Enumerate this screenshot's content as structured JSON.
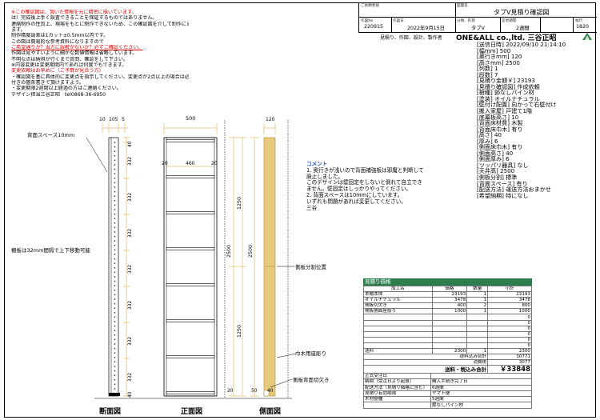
{
  "notes": [
    {
      "text": "※この確認図は、頂いた情報を元に精密に描いています。",
      "color": "red"
    },
    {
      "text": "は）完成後上手く設置できることを保証するものではありません。",
      "color": "black"
    },
    {
      "text": "連絡制作の性質上、現場をもとに制作できないため、この確認図を介して制作に当たっ",
      "color": "black"
    },
    {
      "text": "ます。",
      "color": "black"
    },
    {
      "text": "制作精度誤差は1カット±0.5mm以内です。",
      "color": "black"
    },
    {
      "text": "この図は簡易的な参考資料になりますので",
      "color": "black"
    },
    {
      "text": "ご希望通りか？当方に誤解がないか？必ずご確認ください。",
      "color": "red",
      "underline": true
    },
    {
      "text": "作図は見やすいように細かな数値情報は省略しています。",
      "color": "black"
    },
    {
      "text": "不明な点は納得が行くまで質問、確認をして下さい。",
      "color": "black"
    },
    {
      "text": "※内容変更は変更期間内であれば何度でもできます。",
      "color": "black"
    },
    {
      "text": "変更依頼はお早めに（ご予算が見合う方）",
      "color": "red"
    },
    {
      "text": "・確認図を基に具体的に変更点を指示してください。変更点が2点以上の場合は必ず番号",
      "color": "black"
    },
    {
      "text": "付きの箇条書きで頂けますよう。",
      "color": "black"
    },
    {
      "text": "・変更期限2週間以上経過の方はご連絡ください。",
      "color": "black"
    },
    {
      "text": "デザイン担当三谷正昭　tel0868-36-6950",
      "color": "black"
    }
  ],
  "header": {
    "customer_label": "ご依頼者様",
    "drawing_label": "図面名",
    "drawing_name": "タブV見積り確認図",
    "drawing_no_label": "作図No",
    "drawing_no": "220915",
    "date_label": "作図日",
    "date": "2022年9月15日",
    "category_label": "分類、形態",
    "category": "タブV",
    "period_label": "変更期間",
    "period": "2週間",
    "width_label": "幅尺",
    "width": "1820"
  },
  "brand": {
    "line1": "見積り、作図、設計、製作者",
    "company": "ONE&ALL co.,ltd. 三谷正昭"
  },
  "specs": [
    "[送信日時] 2022/09/10 21:14:10",
    "[幅mm] 500",
    "[奥行きmm] 120",
    "[高さmm] 2500",
    "[列数] 1",
    "[段数] 7",
    "[見積り金額￥] 23193",
    "[見積り確認図] 作成依頼",
    "[樹種] 節なしパイン材",
    "[塗装] オイルナチュラル",
    "[壁付け配置] 向かって右壁付け",
    "[搬入家屋] 戸建て1階",
    "[底幕板高さ] 10",
    "[背面床材質] 木製",
    "[背面床巾木] 有り",
    "[高さ] 40",
    "[厚み] 6",
    "[側面床巾木] 有り",
    "[側面高さ] 40",
    "[側面厚み] 6",
    "[ツッパリ器具] なし",
    "[天井高] 2500",
    "[側板分割] 標準",
    "[背面スペース] 有り",
    "[配送方法] 運送方法おまかせ",
    "[希望納期] 特になし"
  ],
  "comment": {
    "title": "コメント",
    "lines": [
      "1. 奥行きが浅いので背面補強板は邪魔と判断して",
      "廃止しました。",
      "このデザインは壁固定をしないと倒れて自立でき",
      "ません。壁固定はしっかりやってください。",
      "2. 背面スペースは10mmにしています。",
      "いずれも問題があれば変更してください。",
      "三谷"
    ]
  },
  "drawing_labels": {
    "back_space": "背面スペース10mm",
    "shelf_pitch": "棚板は32mm間隔で上下移動可能",
    "split_position": "側板分割位置",
    "baseboard_notch": "巾木用座彫り",
    "back_cutout": "側板背面切欠き",
    "section_view": "断面図",
    "front_view": "正面図",
    "side_view": "側面図"
  },
  "dims": {
    "top_section": [
      "10",
      "105",
      "5"
    ],
    "section_heights": [
      "40",
      "332",
      "332",
      "332",
      "332",
      "332",
      "332",
      "332",
      "40"
    ],
    "top_front": "500",
    "inner_front": "460",
    "side_20_left": "20",
    "side_20_right": "20",
    "front_bottom": "20",
    "front_total": "2500",
    "front_upper": "1250",
    "front_lower": "1250",
    "side_top": "120",
    "side_bottom": "50",
    "side_40": "40",
    "right_total": "2500",
    "right_upper": "1250",
    "right_lower": "1250"
  },
  "price": {
    "title": "見積り価格",
    "headers": [
      "加工名",
      "価格",
      "数量",
      "小計"
    ],
    "rows": [
      [
        "本棚本体",
        "23193",
        "1",
        "23193"
      ],
      [
        "オイルナチュラル",
        "3478",
        "1",
        "3478"
      ],
      [
        "側板切欠き",
        "400",
        "2",
        "800"
      ],
      [
        "側板側面座彫り",
        "1000",
        "1",
        "1000"
      ],
      [
        "",
        "",
        "",
        "0"
      ],
      [
        "",
        "",
        "",
        "0"
      ],
      [
        "",
        "",
        "",
        "0"
      ],
      [
        "",
        "",
        "",
        "0"
      ],
      [
        "",
        "",
        "",
        "0"
      ],
      [
        "",
        "",
        "",
        "0"
      ],
      [
        "送料",
        "2300",
        "1",
        "2300"
      ]
    ],
    "subtotal_label": "送料込み合計",
    "subtotal": "30771",
    "tax_label": "消費税",
    "tax": "3077",
    "total_label": "送料・税込み合計",
    "total": "￥33848"
  },
  "lower": [
    [
      "正式受注日",
      ""
    ],
    [
      "納期（受注日より起算）",
      "購入手続き完了日"
    ],
    [
      "配送方法（見積り価格に含む）",
      "6週間"
    ],
    [
      "見積り有効期限",
      "ヤマト便"
    ],
    [
      "木材樹種",
      "5週間"
    ],
    [
      "",
      "節なしパイン材"
    ]
  ]
}
